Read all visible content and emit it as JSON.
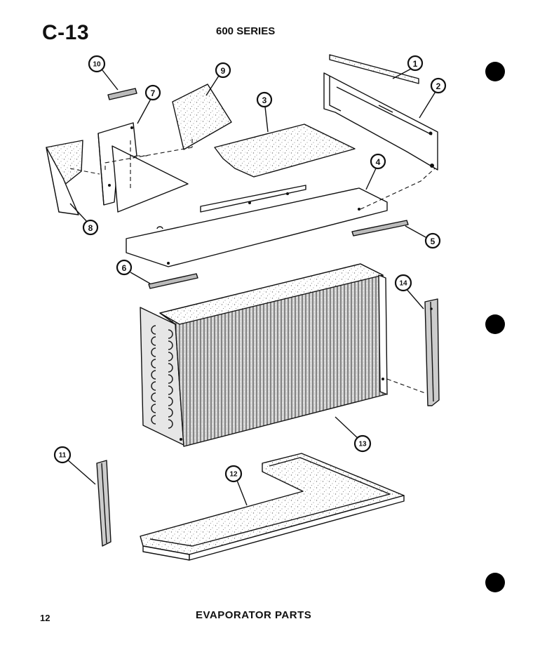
{
  "header": {
    "page_id": "C-13",
    "series_title": "600 SERIES"
  },
  "footer": {
    "page_number": "12",
    "title": "EVAPORATOR PARTS"
  },
  "callouts": [
    "1",
    "2",
    "3",
    "4",
    "5",
    "6",
    "7",
    "8",
    "9",
    "10",
    "11",
    "12",
    "13",
    "14"
  ],
  "colors": {
    "ink": "#111111",
    "paper": "#ffffff",
    "speckle": "#b0b0b0"
  }
}
